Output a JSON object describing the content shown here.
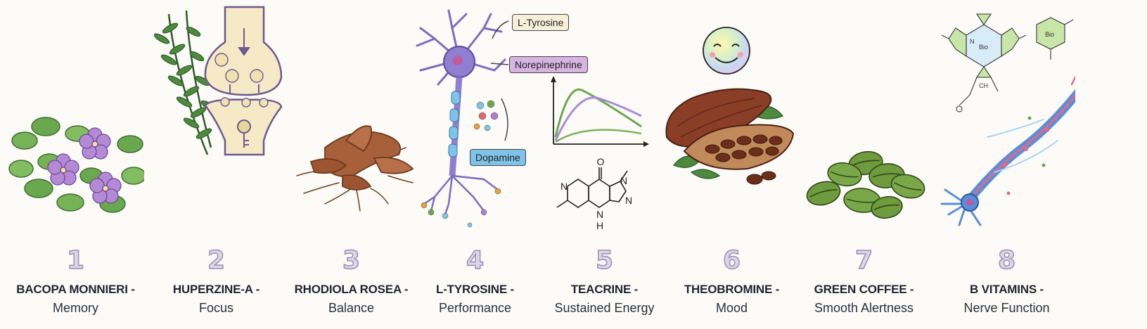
{
  "ingredients": [
    {
      "number": "1",
      "name": "BACOPA MONNIERI -",
      "benefit": "Memory"
    },
    {
      "number": "2",
      "name": "HUPERZINE-A -",
      "benefit": "Focus"
    },
    {
      "number": "3",
      "name": "RHODIOLA ROSEA -",
      "benefit": "Balance"
    },
    {
      "number": "4",
      "name": "L-TYROSINE -",
      "benefit": "Performance"
    },
    {
      "number": "5",
      "name": "TEACRINE -",
      "benefit": "Sustained Energy"
    },
    {
      "number": "6",
      "name": "THEOBROMINE -",
      "benefit": "Mood"
    },
    {
      "number": "7",
      "name": "GREEN COFFEE -",
      "benefit": "Smooth Alertness"
    },
    {
      "number": "8",
      "name": "B VITAMINS -",
      "benefit": "Nerve Function"
    }
  ],
  "tyrosine_labels": {
    "a": "L-Tyrosine",
    "b": "Norepinephrine",
    "c": "Dopamine"
  },
  "teacrine_atoms": {
    "o": "O",
    "n1": "N",
    "n2": "N",
    "n3": "N",
    "nh": "N",
    "h": "H"
  },
  "vitamin_labels": {
    "bio1": "Bio",
    "bio2": "Bio",
    "ch": "CH",
    "n": "N"
  },
  "colors": {
    "leaf_green": "#6aa84f",
    "flower_purple": "#b48ad6",
    "root_brown": "#a8603a",
    "neuron_purple": "#8f7fd0",
    "dopamine_blue": "#7fc4e8",
    "norepi_purple": "#d6b4e0",
    "tyrosine_cream": "#f8efd8",
    "cocoa_brown": "#7a3b26",
    "coffee_green": "#6f9a3e",
    "nerve_blue": "#5a8fd8",
    "nerve_pink": "#e06a8a"
  }
}
